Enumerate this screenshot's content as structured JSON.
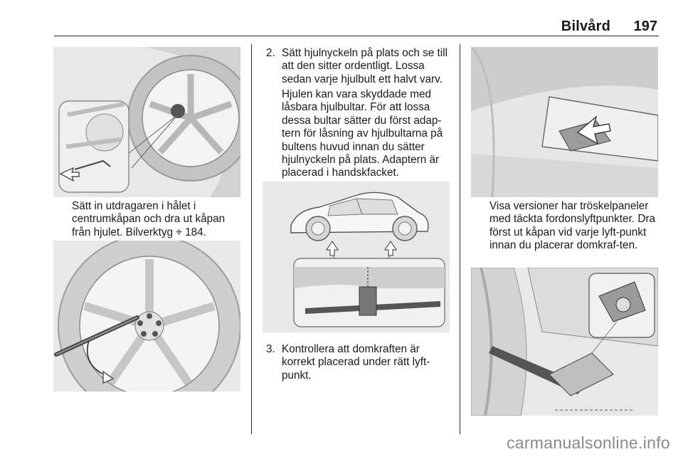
{
  "header": {
    "title": "Bilvård",
    "page_number": "197"
  },
  "left_column": {
    "caption_1": "Sätt in utdragaren i hålet i centrumkåpan och dra ut kåpan från hjulet. Bilverktyg ⌖ 184."
  },
  "middle_column": {
    "step_2_number": "2.",
    "step_2_text": "Sätt hjulnyckeln på plats och se till att den sitter ordentligt. Lossa sedan varje hjulbult ett halvt varv.",
    "step_2_note": "Hjulen kan vara skyddade med låsbara hjulbultar. För att lossa dessa bultar sätter du först adap-tern för låsning av hjulbultarna på bultens huvud innan du sätter hjulnyckeln på plats. Adaptern är placerad i handskfacket.",
    "step_3_number": "3.",
    "step_3_text": "Kontrollera att domkraften är korrekt placerad under rätt lyft-punkt."
  },
  "right_column": {
    "caption_2": "Visa versioner har tröskelpaneler med täckta fordonslyftpunkter. Dra först ut kåpan vid varje lyft-punkt innan du placerar domkraf-ten."
  },
  "footer": {
    "watermark": "carmanualsonline.info"
  }
}
